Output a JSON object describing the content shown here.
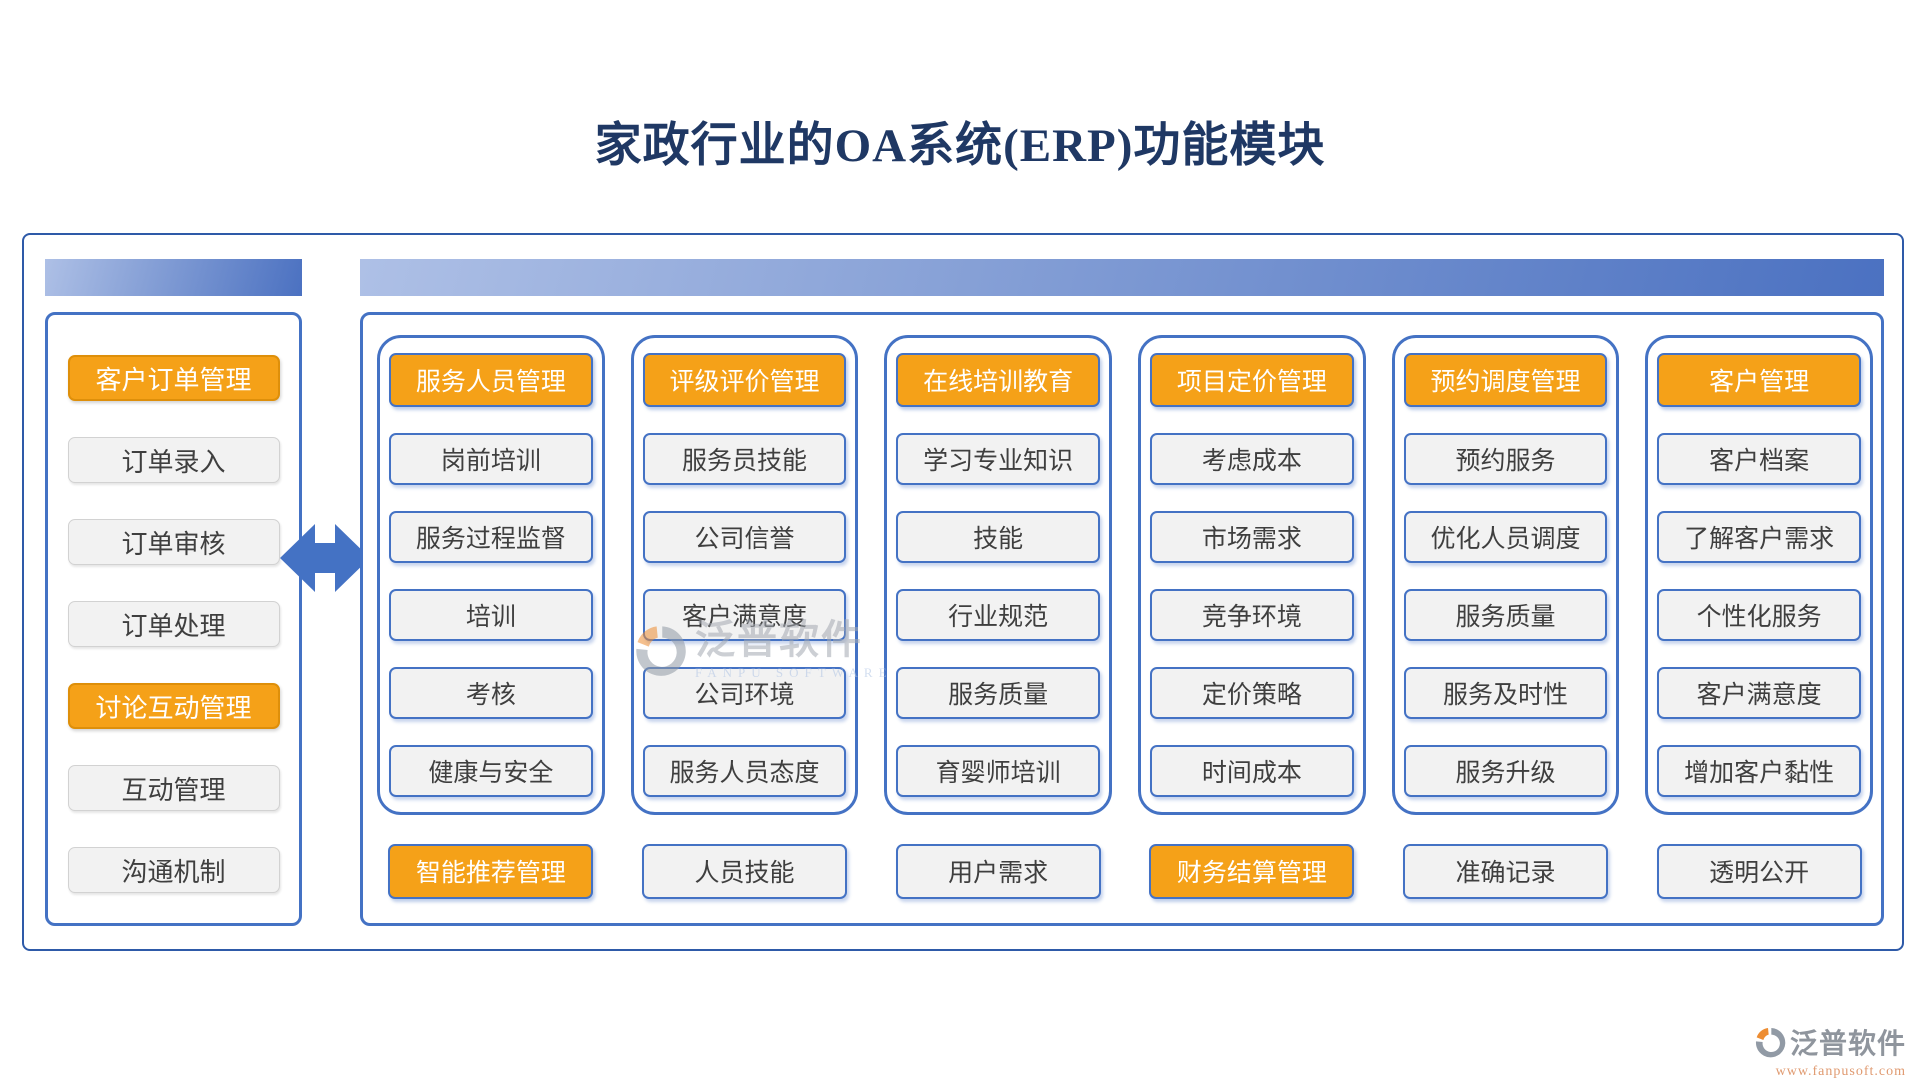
{
  "title": "家政行业的OA系统(ERP)功能模块",
  "colors": {
    "accent_orange": "#F5A118",
    "accent_blue": "#4472C4",
    "outer_border_blue": "#2E5AA8",
    "title_navy": "#1F3864",
    "item_bg_gray": "#F2F2F2",
    "item_text_gray": "#3F3F3F",
    "gradient_bar_light": "#AEC0E6",
    "gradient_bar_dark": "#4B71C1"
  },
  "left_panel": {
    "items": [
      {
        "label": "客户订单管理",
        "type": "header"
      },
      {
        "label": "订单录入",
        "type": "item"
      },
      {
        "label": "订单审核",
        "type": "item"
      },
      {
        "label": "订单处理",
        "type": "item"
      },
      {
        "label": "讨论互动管理",
        "type": "header"
      },
      {
        "label": "互动管理",
        "type": "item"
      },
      {
        "label": "沟通机制",
        "type": "item"
      }
    ]
  },
  "columns": [
    {
      "header": "服务人员管理",
      "items": [
        "岗前培训",
        "服务过程监督",
        "培训",
        "考核",
        "健康与安全"
      ],
      "footer": {
        "label": "智能推荐管理",
        "type": "header"
      }
    },
    {
      "header": "评级评价管理",
      "items": [
        "服务员技能",
        "公司信誉",
        "客户满意度",
        "公司环境",
        "服务人员态度"
      ],
      "footer": {
        "label": "人员技能",
        "type": "item"
      }
    },
    {
      "header": "在线培训教育",
      "items": [
        "学习专业知识",
        "技能",
        "行业规范",
        "服务质量",
        "育婴师培训"
      ],
      "footer": {
        "label": "用户需求",
        "type": "item"
      }
    },
    {
      "header": "项目定价管理",
      "items": [
        "考虑成本",
        "市场需求",
        "竞争环境",
        "定价策略",
        "时间成本"
      ],
      "footer": {
        "label": "财务结算管理",
        "type": "header"
      }
    },
    {
      "header": "预约调度管理",
      "items": [
        "预约服务",
        "优化人员调度",
        "服务质量",
        "服务及时性",
        "服务升级"
      ],
      "footer": {
        "label": "准确记录",
        "type": "item"
      }
    },
    {
      "header": "客户管理",
      "items": [
        "客户档案",
        "了解客户需求",
        "个性化服务",
        "客户满意度",
        "增加客户黏性"
      ],
      "footer": {
        "label": "透明公开",
        "type": "item"
      }
    }
  ],
  "watermark": {
    "text": "泛普软件",
    "subtext": "FANPU SOFTWARE"
  },
  "footer_logo": {
    "text": "泛普软件",
    "url": "www.fanpusoft.com"
  }
}
